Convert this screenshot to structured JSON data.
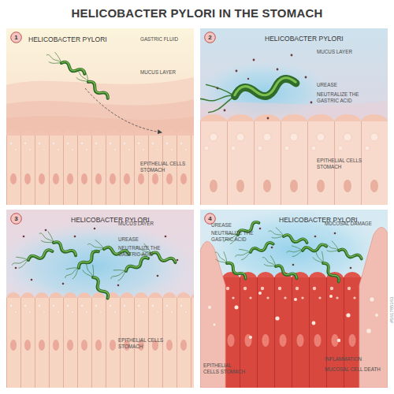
{
  "diagram": {
    "title": "HELICOBACTER PYLORI IN THE STOMACH",
    "nodes": [
      {
        "text": [
          "HELICOBACTER PYLORI"
        ]
      },
      {
        "text": [
          "1"
        ],
        "in": 0
      },
      {
        "text": [
          "HELICOBACTER PYLORI"
        ]
      },
      {
        "text": [
          "2"
        ],
        "in": 2
      },
      {
        "text": [
          "HELICOBACTER PYLORI"
        ]
      },
      {
        "text": [
          "3"
        ],
        "in": 4
      },
      {
        "text": [
          "HELICOBACTER PYLORI"
        ]
      },
      {
        "text": [
          "4"
        ],
        "in": 6
      }
    ],
    "labels": [
      "GASTRIC FLUID",
      "MUCUS LAYER",
      "EPITHELIAL CELLS STOMACH",
      "MUCUS LAYER",
      "UREASE",
      "NEUTRALIZE THE GASTRIC ACID",
      "EPITHELIAL CELLS STOMACH",
      "MUCUS LAYER",
      "UREASE",
      "NEUTRALIZE THE GASTRIC ACID",
      "EPITHELIAL CELLS STOMACH",
      "UREASE",
      "NEUTRALIZE THE GASTRIC ACID",
      "MUCOSAL DAMAGE",
      "EPITHELIAL CELLS STOMACH",
      "INFLAMMATION",
      "MUCOSAL CELL DEATH",
      "#561785363"
    ]
  }
}
